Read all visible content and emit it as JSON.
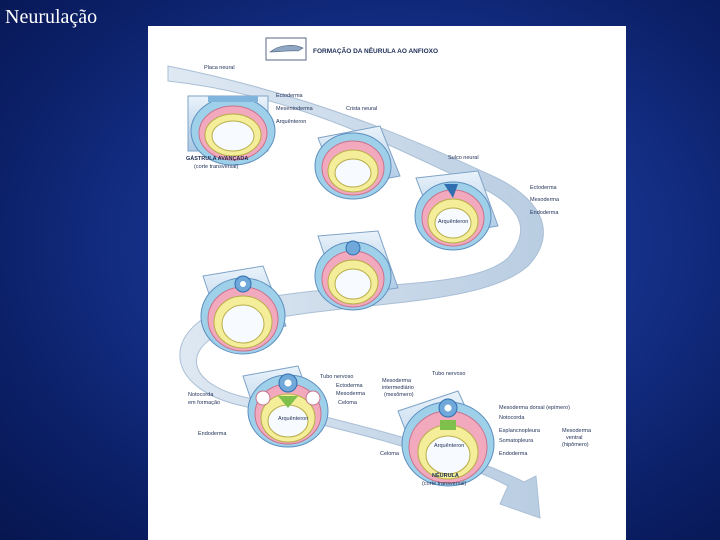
{
  "slide": {
    "title": "Neurulação"
  },
  "figure": {
    "header": "FORMAÇÃO DA NÊURULA AO ANFIOXO",
    "stage1": {
      "labels": {
        "placa_neural": "Placa neural",
        "ectoderma": "Ectoderma",
        "mesentoderma": "Mesentoderma",
        "crista_neural": "Crista neural",
        "arquenteron": "Arquênteron",
        "caption_line1": "GÁSTRULA AVANÇADA",
        "caption_line2": "(corte transversal)"
      }
    },
    "stage3": {
      "labels": {
        "sulco_neural": "Sulco neural",
        "ectoderma": "Ectoderma",
        "mesoderma": "Mesoderma",
        "endoderma": "Endoderma",
        "arquenteron": "Arquênteron"
      }
    },
    "stage6": {
      "labels": {
        "tubo_nervoso": "Tubo nervoso",
        "ectoderma": "Ectoderma",
        "mesoderma": "Mesoderma",
        "celoma": "Celoma",
        "notocorda_em_formacao_line1": "Notocorda",
        "notocorda_em_formacao_line2": "em formação",
        "arquenteron": "Arquênteron",
        "endoderma": "Endoderma"
      }
    },
    "stage7": {
      "labels": {
        "mesoderma_intermediario_line1": "Mesoderma",
        "mesoderma_intermediario_line2": "intermediário",
        "mesoderma_intermediario_line3": "(mesômero)",
        "tubo_nervoso": "Tubo nervoso",
        "mesoderma_dorsal": "Mesoderma dorsal (epímero)",
        "notocorda": "Notocorda",
        "esplancnopleura": "Esplancnopleura",
        "somatopleura": "Somatopleura",
        "mesoderma_ventral_line1": "Mesoderma",
        "mesoderma_ventral_line2": "ventral",
        "mesoderma_ventral_line3": "(hipômero)",
        "endoderma": "Endoderma",
        "celoma": "Celoma",
        "arquenteron": "Arquênteron",
        "caption_line1": "NÊURULA",
        "caption_line2": "(corte transversal)"
      }
    }
  },
  "colors": {
    "background": "#142f86",
    "panel": "#ffffff",
    "ribbon": "#c9d9ea",
    "ectoderm": "#9fd0ea",
    "mesoderm": "#f2a9bd",
    "endoderm": "#f4ee9a",
    "notochord": "#7ec04b",
    "tube_wall": "#6fa8d9"
  },
  "icons": [
    "amphioxus-icon"
  ]
}
